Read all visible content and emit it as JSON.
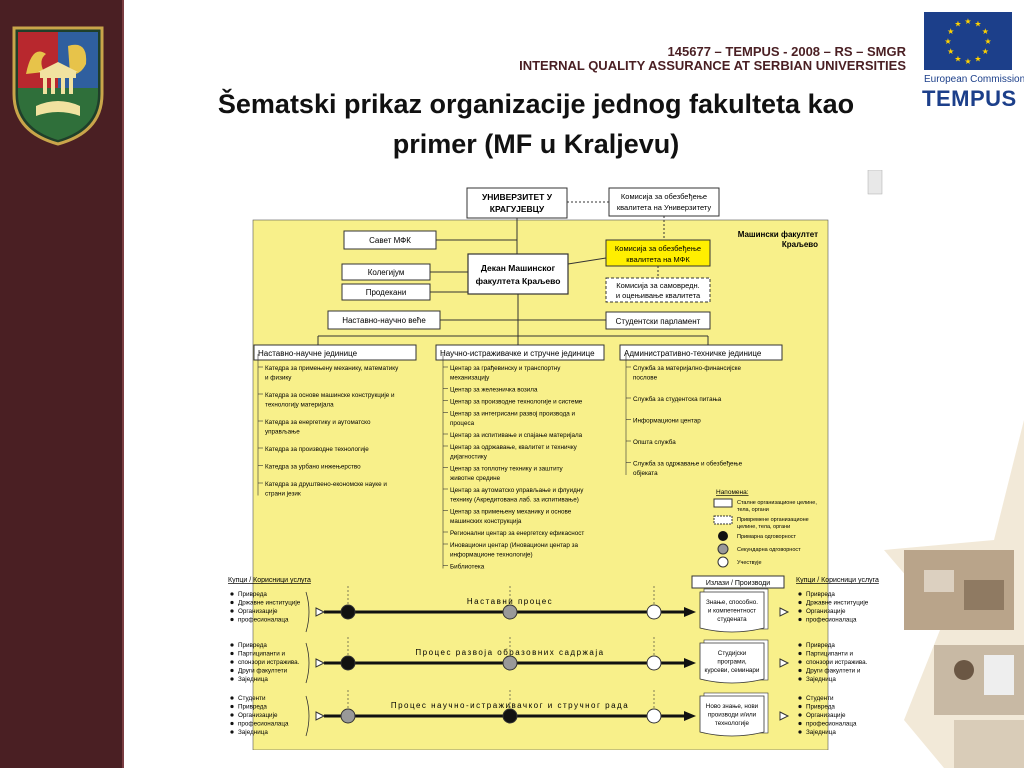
{
  "header": {
    "line1": "145677 – TEMPUS - 2008 – RS – SMGR",
    "line2": "INTERNAL QUALITY ASSURANCE AT SERBIAN UNIVERSITIES"
  },
  "slide": {
    "title_line1": "Šematski prikaz organizacije jednog fakulteta kao",
    "title_line2": "primer (MF u Kraljevu)"
  },
  "logo": {
    "eu_text": "European Commission",
    "tempus_text": "TEMPUS",
    "colors": {
      "eu_blue": "#1c3f8a",
      "eu_star": "#ffd200",
      "shield_red": "#b8282e",
      "shield_green": "#2f6f3a",
      "band": "#4a1f23"
    }
  },
  "diagram": {
    "colors": {
      "panel": "#f8f08a",
      "highlight_box": "#ffef00",
      "black_node": "#111111",
      "gray_node": "#999999",
      "white_node": "#ffffff"
    },
    "top": {
      "university_l1": "УНИВЕРЗИТЕТ У",
      "university_l2": "КРАГУЈЕВЦУ",
      "uni_commission_l1": "Комисија за обезбеђење",
      "uni_commission_l2": "квалитета на Универзитету"
    },
    "faculty_label_l1": "Машински факултет",
    "faculty_label_l2": "Краљево",
    "savet": "Савет МФК",
    "kolegijum": "Колегијум",
    "prodekani": "Продекани",
    "dean_l1": "Декан Машинског",
    "dean_l2": "факултета Краљево",
    "mfk_commission_l1": "Комисија за обезбеђење",
    "mfk_commission_l2": "квалитета на МФК",
    "self_eval_l1": "Комисија за самовредн.",
    "self_eval_l2": "и оцењивање квалитета",
    "nnv": "Наставно-научно веће",
    "student_parliament": "Студентски парламент",
    "col1": {
      "title": "Наставно-научне јединице",
      "items": [
        [
          "Катедра за примењену механику, математику",
          "и физику"
        ],
        [
          "Катедра за основе машинске конструкције и",
          "технологију материјала"
        ],
        [
          "Катедра за енергетику и аутоматско",
          "управљање"
        ],
        [
          "Катедра за производне технологије"
        ],
        [
          "Катедра за урбано инжењерство"
        ],
        [
          "Катедра за друштвено-економске науке и",
          "страни језик"
        ]
      ]
    },
    "col2": {
      "title": "Научно-истраживачке и стручне јединице",
      "items": [
        [
          "Центар за грађевинску и транспортну",
          "механизацију"
        ],
        [
          "Центар за железничка возила"
        ],
        [
          "Центар за производне технологије и системе"
        ],
        [
          "Центар за интегрисани развој производа и",
          "процеса"
        ],
        [
          "Центар за испитивање и спајање материјала"
        ],
        [
          "Центар за одржавање, квалитет и техничку",
          "дијагностику"
        ],
        [
          "Центар за топлотну технику и заштиту",
          "животне средине"
        ],
        [
          "Центар за аутоматско управљање и флуидну",
          "технику (Акредитована лаб. за испитивање)"
        ],
        [
          "Центар за примењену механику и основе",
          "машинских конструкција"
        ],
        [
          "Регионални центар за енергетску ефикасност"
        ],
        [
          "Иновациони центар (Иновациони центар за",
          "информационе технологије)"
        ],
        [
          "Библиотека"
        ]
      ]
    },
    "col3": {
      "title": "Административно-техничке јединице",
      "items": [
        [
          "Служба за материјално-финансијске",
          "послове"
        ],
        [
          "Служба за студентска питања"
        ],
        [
          "Информациони центар"
        ],
        [
          "Општа служба"
        ],
        [
          "Служба за одржавање и обезбеђење",
          "објеката"
        ]
      ]
    },
    "legend": {
      "title": "Напомена:",
      "permanent_l1": "Сталне организационе целине,",
      "permanent_l2": "тела, органи",
      "temporary_l1": "Привремене организационе",
      "temporary_l2": "целине, тела, органи",
      "primary": "Примарна одговорност",
      "secondary": "Секундарна одговорност",
      "participates": "Учествује"
    },
    "inputs_title": "Купци / Корисници услуга",
    "outputs_title": "Купци / Корисници услуга",
    "izlazi_title": "Излази / Производи",
    "processes": [
      {
        "name": "Наставни процес",
        "left_items": [
          "Привреда",
          "Државне институције",
          "Организације",
          "професионалаца"
        ],
        "output_l1": "Знање, способно.",
        "output_l2": "и компетентност",
        "output_l3": "студената",
        "right_items": [
          "Привреда",
          "Државне институције",
          "Организације",
          "професионалаца"
        ],
        "nodes": [
          "black",
          "gray",
          "white"
        ]
      },
      {
        "name": "Процес развоја образовних садржаја",
        "left_items": [
          "Привреда",
          "Партиципанти и",
          "спонзори истражива.",
          "Други факултети",
          "Заједница"
        ],
        "output_l1": "Студијски",
        "output_l2": "програми,",
        "output_l3": "курсеви, семинари",
        "right_items": [
          "Привреда",
          "Партиципанти и",
          "спонзори истражива.",
          "Други факултети и",
          "Заједница"
        ],
        "nodes": [
          "black",
          "gray",
          "white"
        ]
      },
      {
        "name": "Процес научно-истраживачког и стручног рада",
        "left_items": [
          "Студенти",
          "Привреда",
          "Организације",
          "професионалаца",
          "Заједница"
        ],
        "output_l1": "Ново знање, нови",
        "output_l2": "производи и/или",
        "output_l3": "технологије",
        "right_items": [
          "Студенти",
          "Привреда",
          "Организације",
          "професионалаца",
          "Заједница"
        ],
        "nodes": [
          "gray",
          "black",
          "white"
        ]
      }
    ]
  }
}
